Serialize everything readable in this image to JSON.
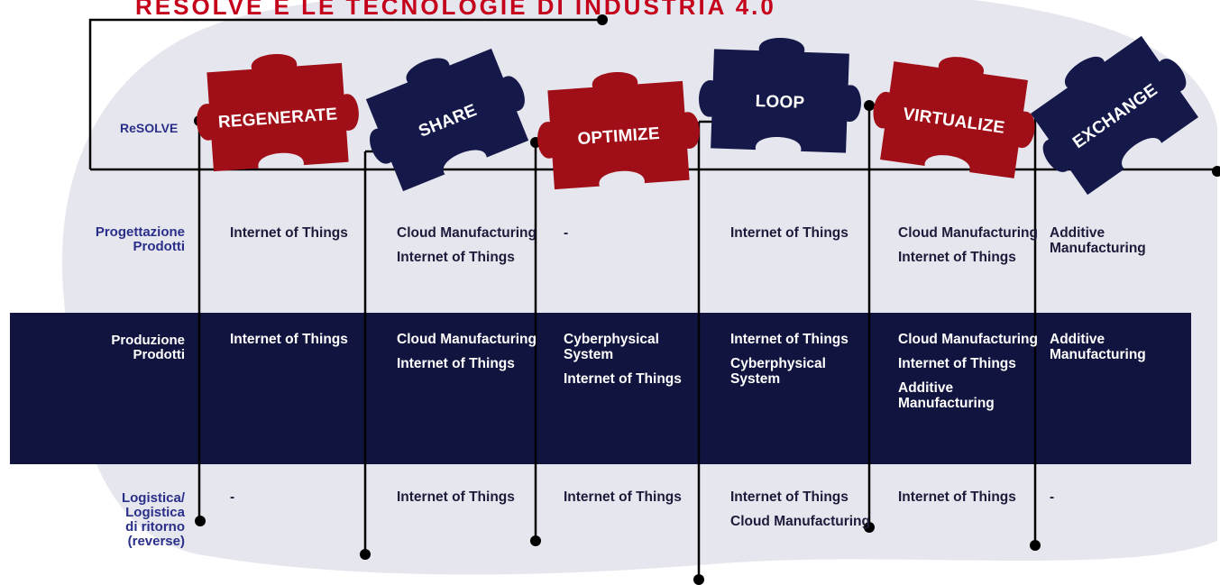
{
  "title_partial": "RESOLVE E LE TECNOLOGIE DI INDUSTRIA 4.0",
  "colors": {
    "red_piece": "#a00e17",
    "navy_piece": "#15194a",
    "band": "#11143f",
    "background_blob": "#e6e6ee",
    "label_blue": "#2a2f8a",
    "line": "#000000"
  },
  "resolve_label": "ReSOLVE",
  "pieces": [
    {
      "label": "REGENERATE",
      "color": "red"
    },
    {
      "label": "SHARE",
      "color": "navy"
    },
    {
      "label": "OPTIMIZE",
      "color": "red"
    },
    {
      "label": "LOOP",
      "color": "navy"
    },
    {
      "label": "VIRTUALIZE",
      "color": "red"
    },
    {
      "label": "EXCHANGE",
      "color": "navy"
    }
  ],
  "rows": [
    {
      "label_lines": [
        "Progettazione",
        "Prodotti"
      ],
      "cells": [
        [
          "Internet of Things"
        ],
        [
          "Cloud Manufacturing",
          "Internet of Things"
        ],
        [
          "-"
        ],
        [
          "Internet of Things"
        ],
        [
          "Cloud Manufacturing",
          "Internet of Things"
        ],
        [
          "Additive Manufacturing"
        ]
      ]
    },
    {
      "label_lines": [
        "Produzione",
        "Prodotti"
      ],
      "cells": [
        [
          "Internet of Things"
        ],
        [
          "Cloud Manufacturing",
          "Internet of Things"
        ],
        [
          "Cyberphysical System",
          "Internet of Things"
        ],
        [
          "Internet of Things",
          "Cyberphysical System"
        ],
        [
          "Cloud Manufacturing",
          "Internet of Things",
          "Additive Manufacturing"
        ],
        [
          "Additive Manufacturing"
        ]
      ]
    },
    {
      "label_lines": [
        "Logistica/",
        "Logistica",
        "di ritorno",
        "(reverse)"
      ],
      "cells": [
        [
          "-"
        ],
        [
          "Internet of Things"
        ],
        [
          "Internet of Things"
        ],
        [
          "Internet of Things",
          "Cloud Manufacturing"
        ],
        [
          "Internet of Things"
        ],
        [
          "-"
        ]
      ]
    }
  ]
}
